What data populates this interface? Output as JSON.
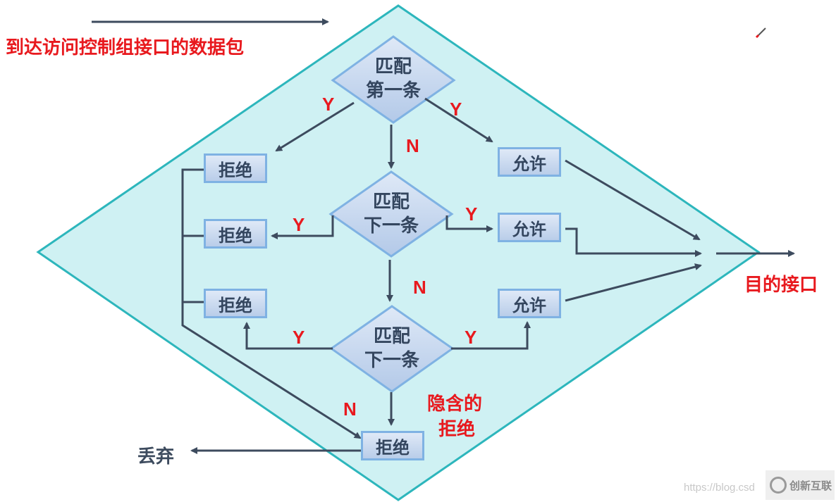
{
  "title": "到达访问控制组接口的数据包",
  "destination_label": "目的接口",
  "discard_label": "丢弃",
  "implicit_deny_label": [
    "隐含的",
    "拒绝"
  ],
  "decisions": [
    {
      "line1": "匹配",
      "line2": "第一条"
    },
    {
      "line1": "匹配",
      "line2": "下一条"
    },
    {
      "line1": "匹配",
      "line2": "下一条"
    }
  ],
  "deny_label": "拒绝",
  "permit_label": "允许",
  "yes_label": "Y",
  "no_label": "N",
  "watermark": {
    "url": "https://blog.csd",
    "logo": "创新互联"
  },
  "colors": {
    "diamond_fill": "#cff1f3",
    "diamond_stroke": "#2db6bc",
    "arrow": "#3d4b5e",
    "label_red": "#e8191e",
    "box_border": "#7fb2e3"
  }
}
